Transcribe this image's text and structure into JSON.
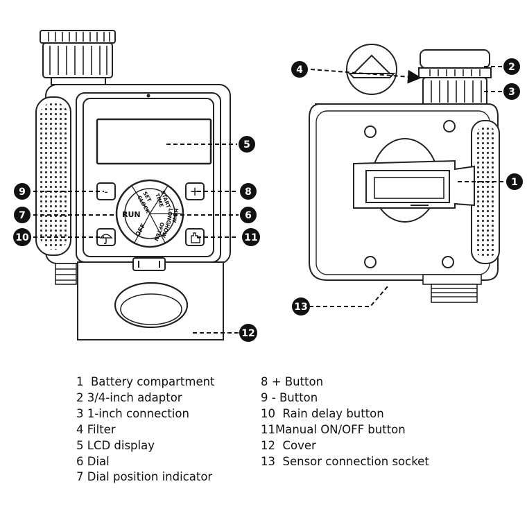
{
  "device": {
    "dial_labels": {
      "run": "RUN",
      "off": "OFF",
      "set_clock_1": "SET",
      "set_clock_2": "CLOCK",
      "start_time_1": "START",
      "start_time_2": "TIME",
      "how_long_1": "HOW",
      "how_long_2": "LONG",
      "how_often_1": "HOW",
      "how_often_2": "OFTEN"
    },
    "button_plus": "+",
    "button_minus": "-"
  },
  "callouts": [
    "1",
    "2",
    "3",
    "4",
    "5",
    "6",
    "7",
    "8",
    "9",
    "10",
    "11",
    "12",
    "13"
  ],
  "legend": {
    "left": [
      "1  Battery compartment",
      "2 3/4-inch adaptor",
      "3 1-inch connection",
      "4 Filter",
      "5 LCD display",
      "6 Dial",
      "7 Dial position indicator"
    ],
    "right": [
      "8 + Button",
      "9 - Button",
      "10  Rain delay button",
      "11Manual ON/OFF button",
      "12  Cover",
      "13  Sensor connection socket"
    ]
  }
}
